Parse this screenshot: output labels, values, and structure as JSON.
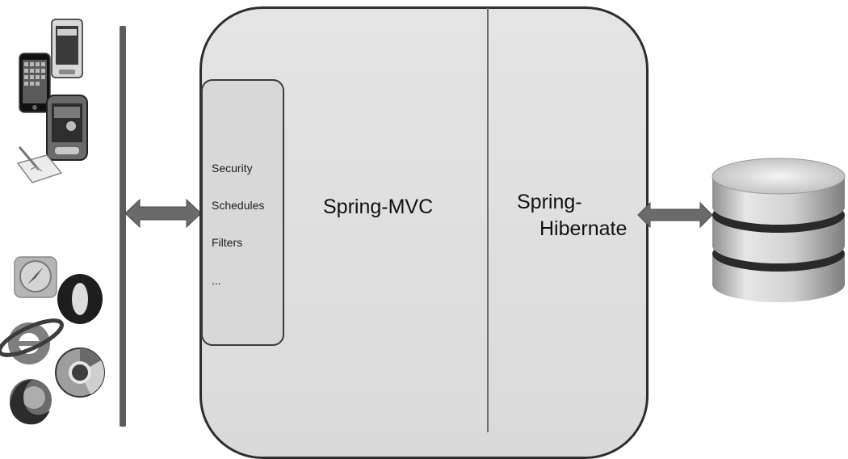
{
  "diagram": {
    "inner_items": [
      "Security",
      "Schedules",
      "Filters",
      "..."
    ],
    "mvc_label": "Spring-MVC",
    "hibernate_label_line1": "Spring-",
    "hibernate_label_line2": "Hibernate"
  },
  "icons": {
    "clients_mobile": [
      "smartphone-icon",
      "iphone-icon",
      "htc-phone-icon",
      "stylus-tablet-icon"
    ],
    "clients_browser": [
      "safari-icon",
      "opera-icon",
      "internet-explorer-icon",
      "chrome-icon",
      "firefox-icon"
    ],
    "backend": "database-icon"
  },
  "colors": {
    "container_fill": "#dcdcdc",
    "border": "#2e2e2e",
    "arrow": "#6a6a6a",
    "database": "#c8c8c8"
  }
}
